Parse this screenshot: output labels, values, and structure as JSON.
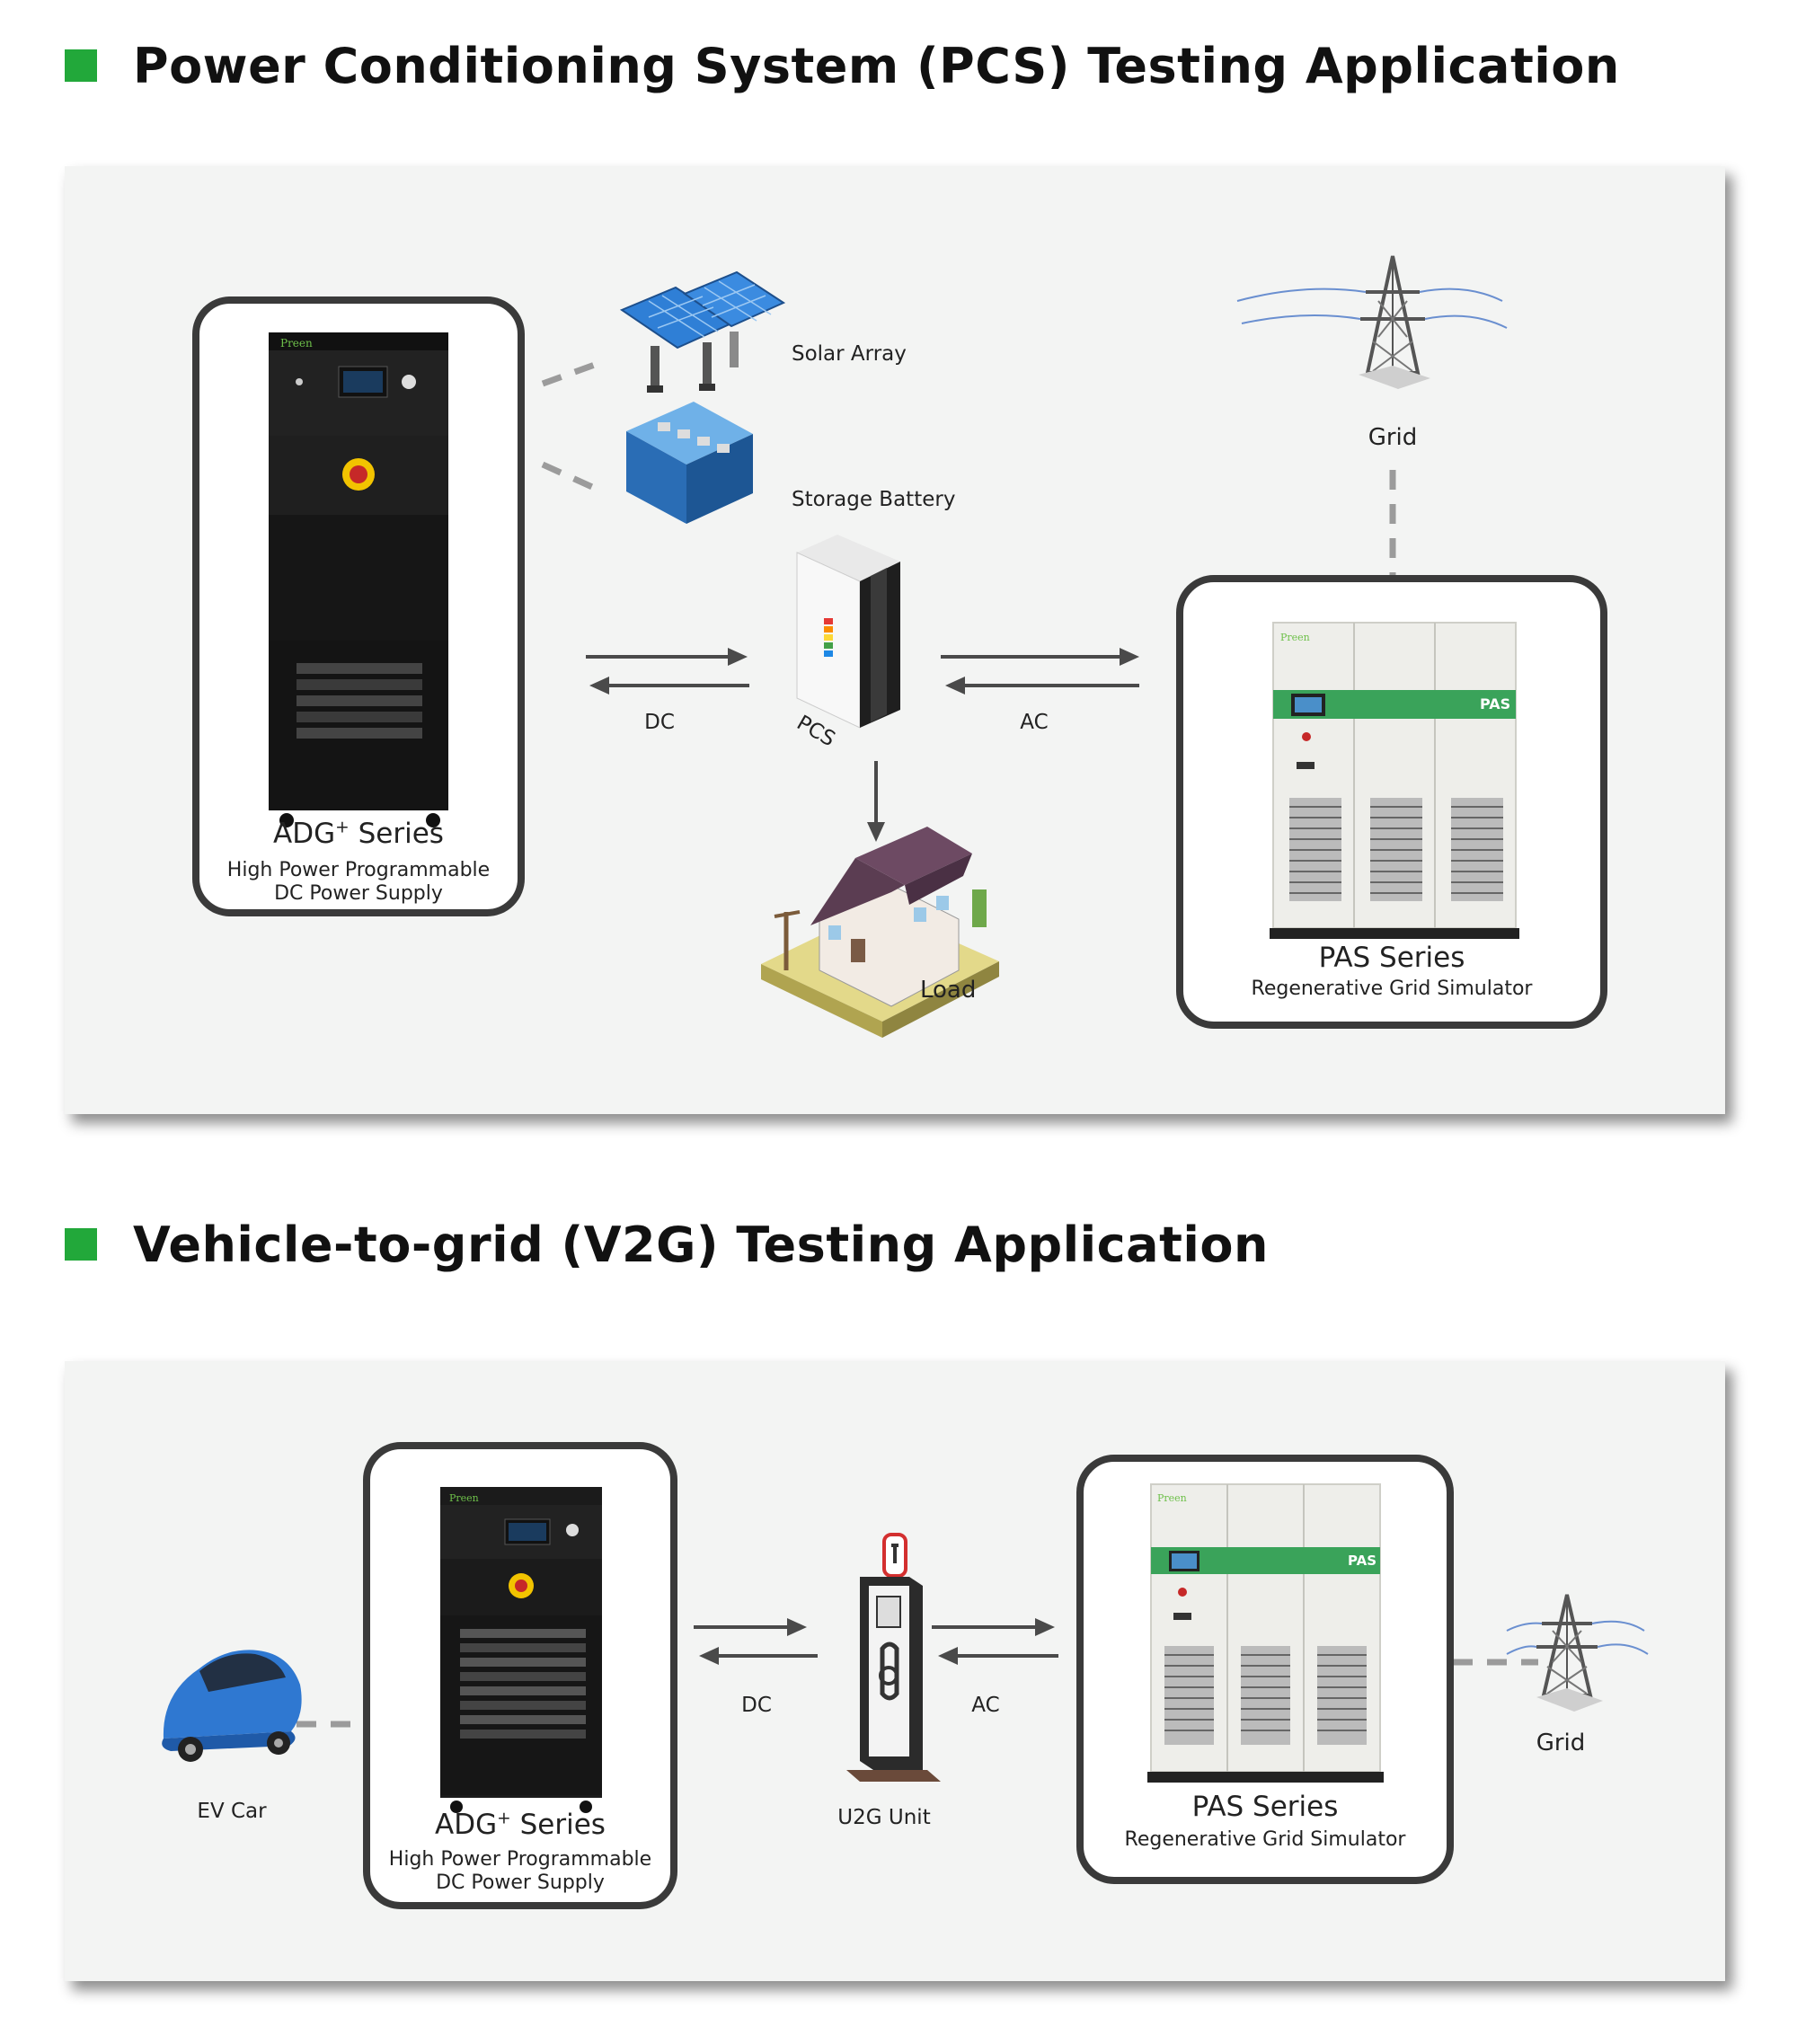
{
  "sections": [
    {
      "title": "Power Conditioning System (PCS) Testing Application",
      "adg": {
        "name_main": "ADG",
        "name_sup": "+",
        "name_rest": " Series",
        "desc1": "High Power Programmable",
        "desc2": "DC Power Supply",
        "brand": "Preen"
      },
      "solar": "Solar Array",
      "battery": "Storage Battery",
      "pcs": "PCS",
      "dc": "DC",
      "ac": "AC",
      "load": "Load",
      "grid": "Grid",
      "pas": {
        "name": "PAS Series",
        "desc": "Regenerative Grid Simulator",
        "badge": "PAS",
        "brand": "Preen"
      }
    },
    {
      "title": "Vehicle-to-grid (V2G) Testing Application",
      "ev": "EV Car",
      "adg": {
        "name_main": "ADG",
        "name_sup": "+",
        "name_rest": " Series",
        "desc1": "High Power Programmable",
        "desc2": "DC Power Supply",
        "brand": "Preen"
      },
      "dc": "DC",
      "ac": "AC",
      "u2g": "U2G Unit",
      "grid": "Grid",
      "pas": {
        "name": "PAS Series",
        "desc": "Regenerative Grid Simulator",
        "badge": "PAS",
        "brand": "Preen"
      }
    }
  ],
  "colors": {
    "accent": "#22a83a",
    "panel": "#f3f4f3",
    "card_border": "#3a3a3a",
    "cabinet": "#1b1b1b",
    "pas_green": "#3aa35a"
  }
}
